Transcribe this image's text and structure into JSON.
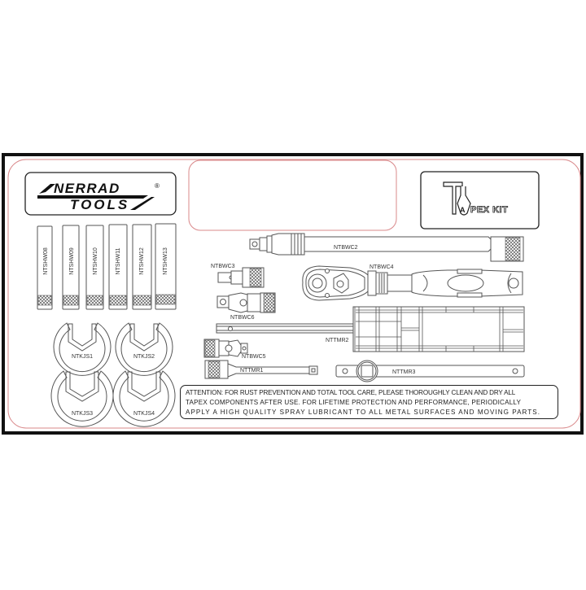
{
  "board": {
    "frame_color": "#111111",
    "inner_border_color": "#d9888a",
    "label_box_color": "#d9888a"
  },
  "brand_logo": {
    "line1": "NERRAD",
    "registered_mark": "®",
    "line2": "TOOLS"
  },
  "kit_logo": {
    "letters": "T",
    "badge_letter": "A",
    "text": "PEX KIT"
  },
  "hex_bits": [
    {
      "label": "NTSHW08"
    },
    {
      "label": "NTSHW09"
    },
    {
      "label": "NTSHW10"
    },
    {
      "label": "NTSHW11"
    },
    {
      "label": "NTSHW12"
    },
    {
      "label": "NTSHW13"
    }
  ],
  "crowfoot_wrenches": [
    {
      "label": "NTKJS1"
    },
    {
      "label": "NTKJS2"
    },
    {
      "label": "NTKJS3"
    },
    {
      "label": "NTKJS4"
    }
  ],
  "tools": {
    "extension_long": {
      "label": "NTBWC2"
    },
    "adapter": {
      "label": "NTBWC3"
    },
    "ratchet": {
      "label": "NTBWC4"
    },
    "universal_joint_1": {
      "label": "NTBWC5"
    },
    "universal_joint_2": {
      "label": "NTBWC6"
    },
    "extension_short": {
      "label": "NTTMR1"
    },
    "extension_bar": {
      "label": "NTTMR2"
    },
    "breaker_bar": {
      "label": "NTTMR3"
    }
  },
  "notice": {
    "line1": "ATTENTION: FOR RUST PREVENTION AND TOTAL TOOL CARE, PLEASE THOROUGHLY CLEAN AND DRY ALL",
    "line2": "TAPEX COMPONENTS AFTER USE. FOR LIFETIME PROTECTION AND PERFORMANCE, PERIODICALLY",
    "line3": "APPLY A HIGH QUALITY SPRAY LUBRICANT TO ALL METAL SURFACES AND MOVING PARTS."
  }
}
